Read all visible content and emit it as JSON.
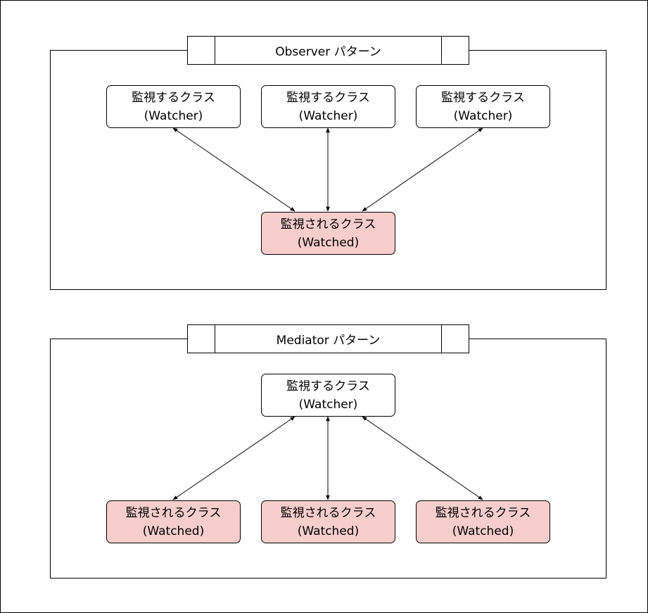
{
  "colors": {
    "watcher_fill": "#ffffff",
    "watched_fill": "#f8cecc",
    "stroke": "#000000"
  },
  "observer": {
    "title": "Observer パターン",
    "watchers": [
      {
        "line1": "監視するクラス",
        "line2": "(Watcher)"
      },
      {
        "line1": "監視するクラス",
        "line2": "(Watcher)"
      },
      {
        "line1": "監視するクラス",
        "line2": "(Watcher)"
      }
    ],
    "watched": {
      "line1": "監視されるクラス",
      "line2": "(Watched)"
    }
  },
  "mediator": {
    "title": "Mediator パターン",
    "watcher": {
      "line1": "監視するクラス",
      "line2": "(Watcher)"
    },
    "watched": [
      {
        "line1": "監視されるクラス",
        "line2": "(Watched)"
      },
      {
        "line1": "監視されるクラス",
        "line2": "(Watched)"
      },
      {
        "line1": "監視されるクラス",
        "line2": "(Watched)"
      }
    ]
  }
}
